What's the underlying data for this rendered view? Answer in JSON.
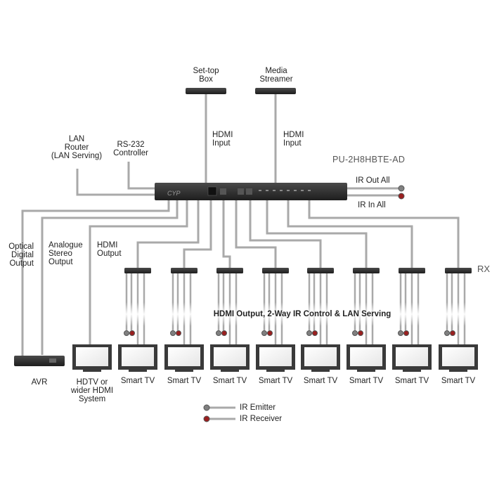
{
  "model": "PU-2H8HBTE-AD",
  "rx_label": "RX",
  "inputs": {
    "settop": "Set-top\nBox",
    "media": "Media\nStreamer",
    "hdmi_input_1": "HDMI\nInput",
    "hdmi_input_2": "HDMI\nInput"
  },
  "control": {
    "lan": "LAN\nRouter\n(LAN Serving)",
    "rs232": "RS-232\nController",
    "ir_out_all": "IR Out All",
    "ir_in_all": "IR In All"
  },
  "outputs": {
    "optical": "Optical\nDigital\nOutput",
    "analogue": "Analogue\nStereo\nOutput",
    "hdmi_output": "HDMI\nOutput",
    "band": "HDMI Output, 2-Way IR Control & LAN Serving"
  },
  "devices": {
    "avr": "AVR",
    "hdtv": "HDTV or\nwider HDMI\nSystem",
    "smart_tvs": [
      "Smart TV",
      "Smart TV",
      "Smart TV",
      "Smart TV",
      "Smart TV",
      "Smart TV",
      "Smart TV",
      "Smart TV"
    ]
  },
  "legend": {
    "emitter": "IR Emitter",
    "receiver": "IR Receiver"
  },
  "colors": {
    "cable": "#a9a9a9",
    "device": "#3a3a3a",
    "emitter": "#808080",
    "receiver": "#9a1f1f"
  }
}
